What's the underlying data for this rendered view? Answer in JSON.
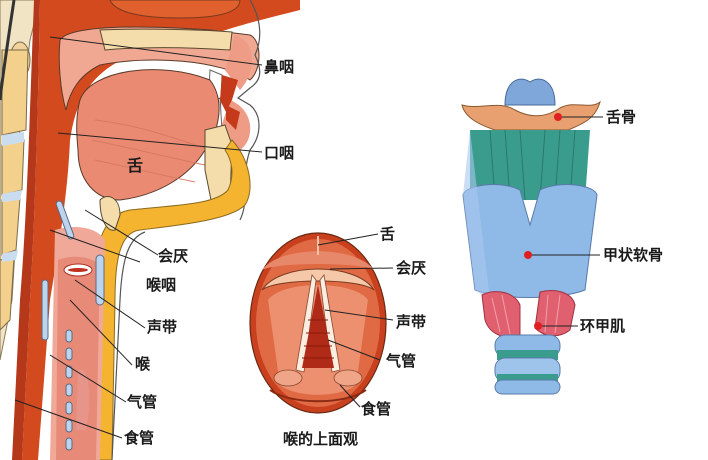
{
  "diagram": {
    "sagittal_view": {
      "labels": [
        {
          "id": "nasopharynx",
          "text": "鼻咽"
        },
        {
          "id": "oropharynx",
          "text": "口咽"
        },
        {
          "id": "tongue",
          "text": "舌"
        },
        {
          "id": "epiglottis",
          "text": "会厌"
        },
        {
          "id": "laryngopharynx",
          "text": "喉咽"
        },
        {
          "id": "vocal-cords",
          "text": "声带"
        },
        {
          "id": "larynx",
          "text": "喉"
        },
        {
          "id": "trachea",
          "text": "气管"
        },
        {
          "id": "esophagus",
          "text": "食管"
        }
      ]
    },
    "superior_view": {
      "caption": "喉的上面观",
      "labels": [
        {
          "id": "tongue",
          "text": "舌"
        },
        {
          "id": "epiglottis",
          "text": "会厌"
        },
        {
          "id": "vocal-cords",
          "text": "声带"
        },
        {
          "id": "trachea",
          "text": "气管"
        },
        {
          "id": "esophagus",
          "text": "食管"
        }
      ]
    },
    "anterior_view": {
      "labels": [
        {
          "id": "hyoid-bone",
          "text": "舌骨"
        },
        {
          "id": "thyroid-cartilage",
          "text": "甲状软骨"
        },
        {
          "id": "cricothyroid-muscle",
          "text": "环甲肌"
        }
      ]
    },
    "colors": {
      "tissue_red": "#d2461e",
      "tissue_pink": "#ee9a86",
      "bone_cream": "#f4dca6",
      "fat_yellow": "#f5b430",
      "cartilage_blue": "#8fb9e6",
      "muscle_green": "#3a9c8c",
      "hyoid_orange": "#e8a070",
      "muscle_red": "#e06070",
      "leader_line": "#222222"
    }
  }
}
